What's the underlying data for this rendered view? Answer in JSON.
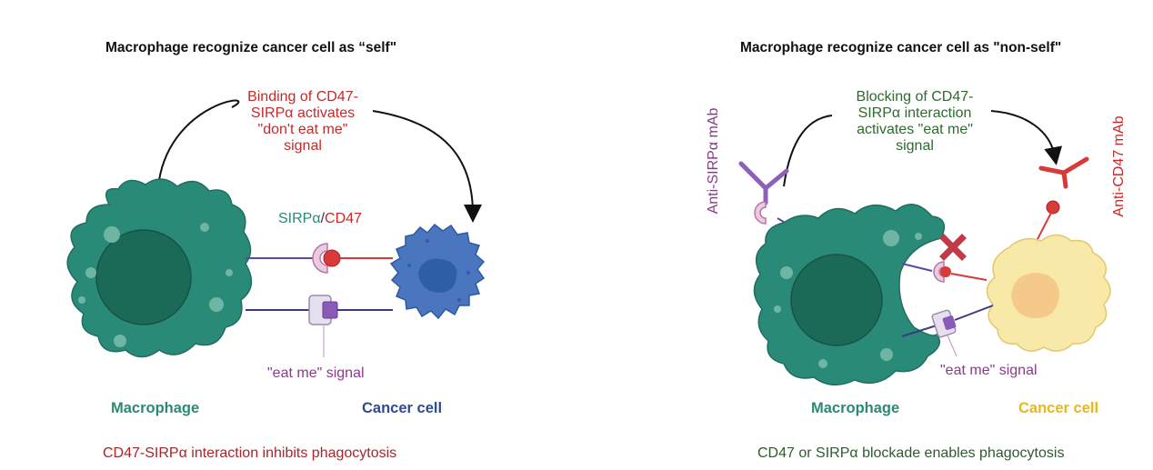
{
  "left_panel": {
    "title": "Macrophage recognize cancer cell as “self\"",
    "annotation_lines": [
      "Binding of CD47-",
      "SIRPα  activates",
      "\"don't eat me\"",
      "signal"
    ],
    "receptor_label_sirpa": "SIRPα",
    "receptor_label_sep": "/",
    "receptor_label_cd47": "CD47",
    "eat_me_label": "\"eat me\" signal",
    "macrophage_label": "Macrophage",
    "cancer_cell_label": "Cancer cell",
    "caption": "CD47-SIRPα interaction inhibits phagocytosis"
  },
  "right_panel": {
    "title": "Macrophage recognize cancer cell as \"non-self\"",
    "annotation_lines": [
      "Blocking of CD47-",
      "SIRPα interaction",
      "activates \"eat me\"",
      "signal"
    ],
    "anti_sirpa_label": "Anti-SIRPα mAb",
    "anti_cd47_label": "Anti-CD47 mAb",
    "eat_me_label": "\"eat me\" signal",
    "macrophage_label": "Macrophage",
    "cancer_cell_label": "Cancer cell",
    "caption": "CD47 or SIRPα blockade enables phagocytosis"
  },
  "colors": {
    "macrophage": "#2a8a78",
    "macrophage_nucleus": "#1b6a58",
    "cancer_blue": "#4a76c0",
    "cancer_yellow": "#f9e9a8",
    "red_text": "#c62a2a",
    "green_text": "#2e6a2e",
    "purple_text": "#8a3a8a",
    "teal_text": "#2a8a78",
    "navy_text": "#2f4a96",
    "gold_text": "#e8b818"
  }
}
